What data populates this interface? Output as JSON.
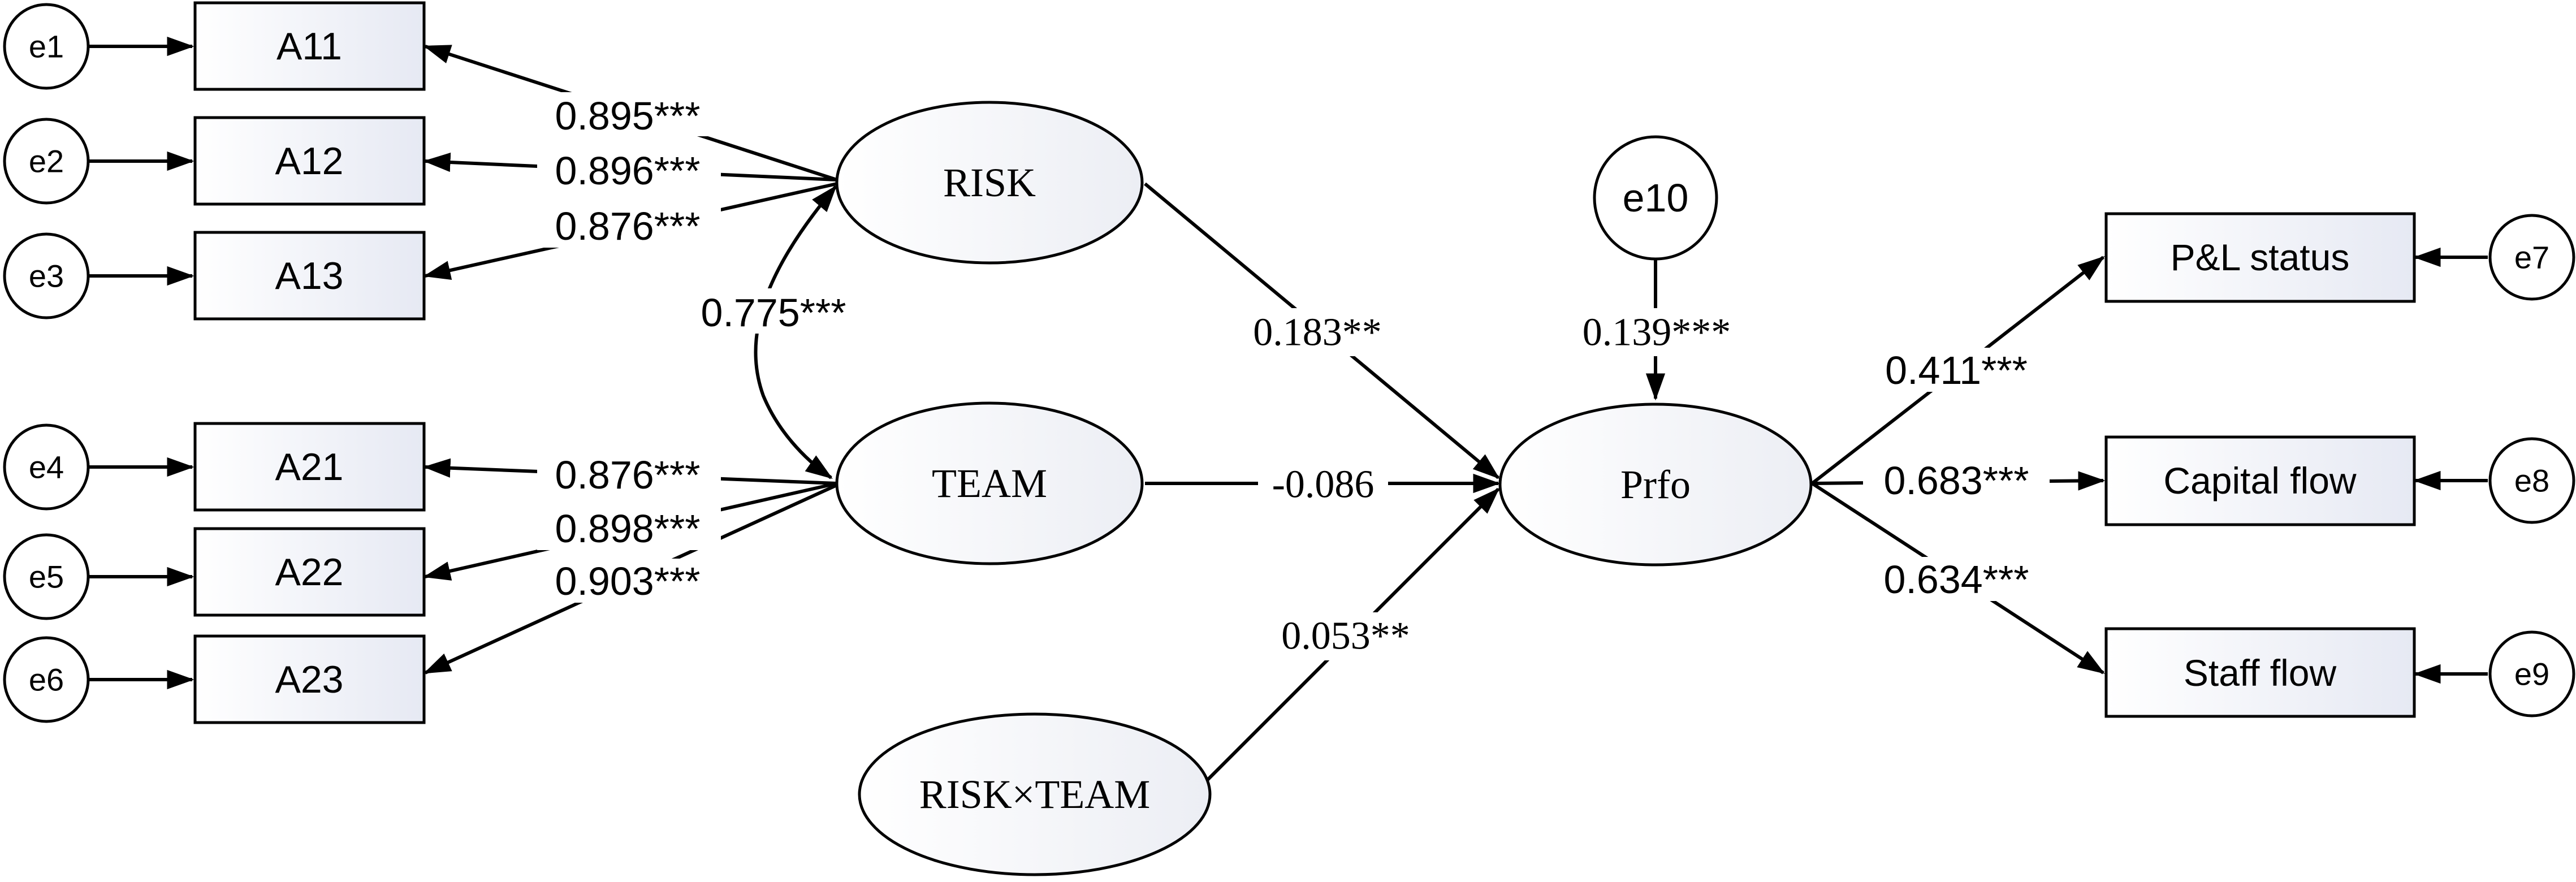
{
  "errors": {
    "e1": "e1",
    "e2": "e2",
    "e3": "e3",
    "e4": "e4",
    "e5": "e5",
    "e6": "e6",
    "e7": "e7",
    "e8": "e8",
    "e9": "e9",
    "e10": "e10"
  },
  "indicators": {
    "a11": "A11",
    "a12": "A12",
    "a13": "A13",
    "a21": "A21",
    "a22": "A22",
    "a23": "A23",
    "pl": "P&L status",
    "capital": "Capital flow",
    "staff": "Staff flow"
  },
  "latents": {
    "risk": "RISK",
    "team": "TEAM",
    "interaction": "RISK×TEAM",
    "prfo": "Prfo"
  },
  "coefficients": {
    "a11": "0.895***",
    "a12": "0.896***",
    "a13": "0.876***",
    "a21": "0.876***",
    "a22": "0.898***",
    "a23": "0.903***",
    "risk_team_cov": "0.775***",
    "risk_prfo": "0.183**",
    "team_prfo": "-0.086",
    "interaction_prfo": "0.053**",
    "e10_prfo": "0.139***",
    "pl": "0.411***",
    "capital": "0.683***",
    "staff": "0.634***"
  }
}
